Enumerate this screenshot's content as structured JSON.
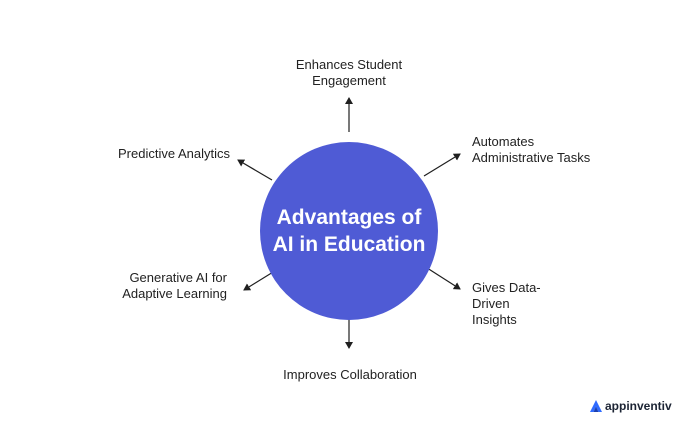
{
  "hub": {
    "line1": "Advantages of",
    "line2": "AI in Education"
  },
  "advantages": {
    "top": [
      "Enhances Student",
      "Engagement"
    ],
    "upper_left": [
      "Predictive Analytics"
    ],
    "upper_right": [
      "Automates",
      "Administrative Tasks"
    ],
    "lower_left": [
      "Generative AI for",
      "Adaptive Learning"
    ],
    "lower_right": [
      "Gives Data-",
      "Driven",
      "Insights"
    ],
    "bottom": [
      "Improves Collaboration"
    ]
  },
  "brand": {
    "name": "appinventiv",
    "icon": "appinventiv-logo-icon"
  },
  "colors": {
    "hub": "#4f5bd5",
    "text": "#222222",
    "arrow": "#1f1f1f",
    "logo": "#2f6bff"
  }
}
